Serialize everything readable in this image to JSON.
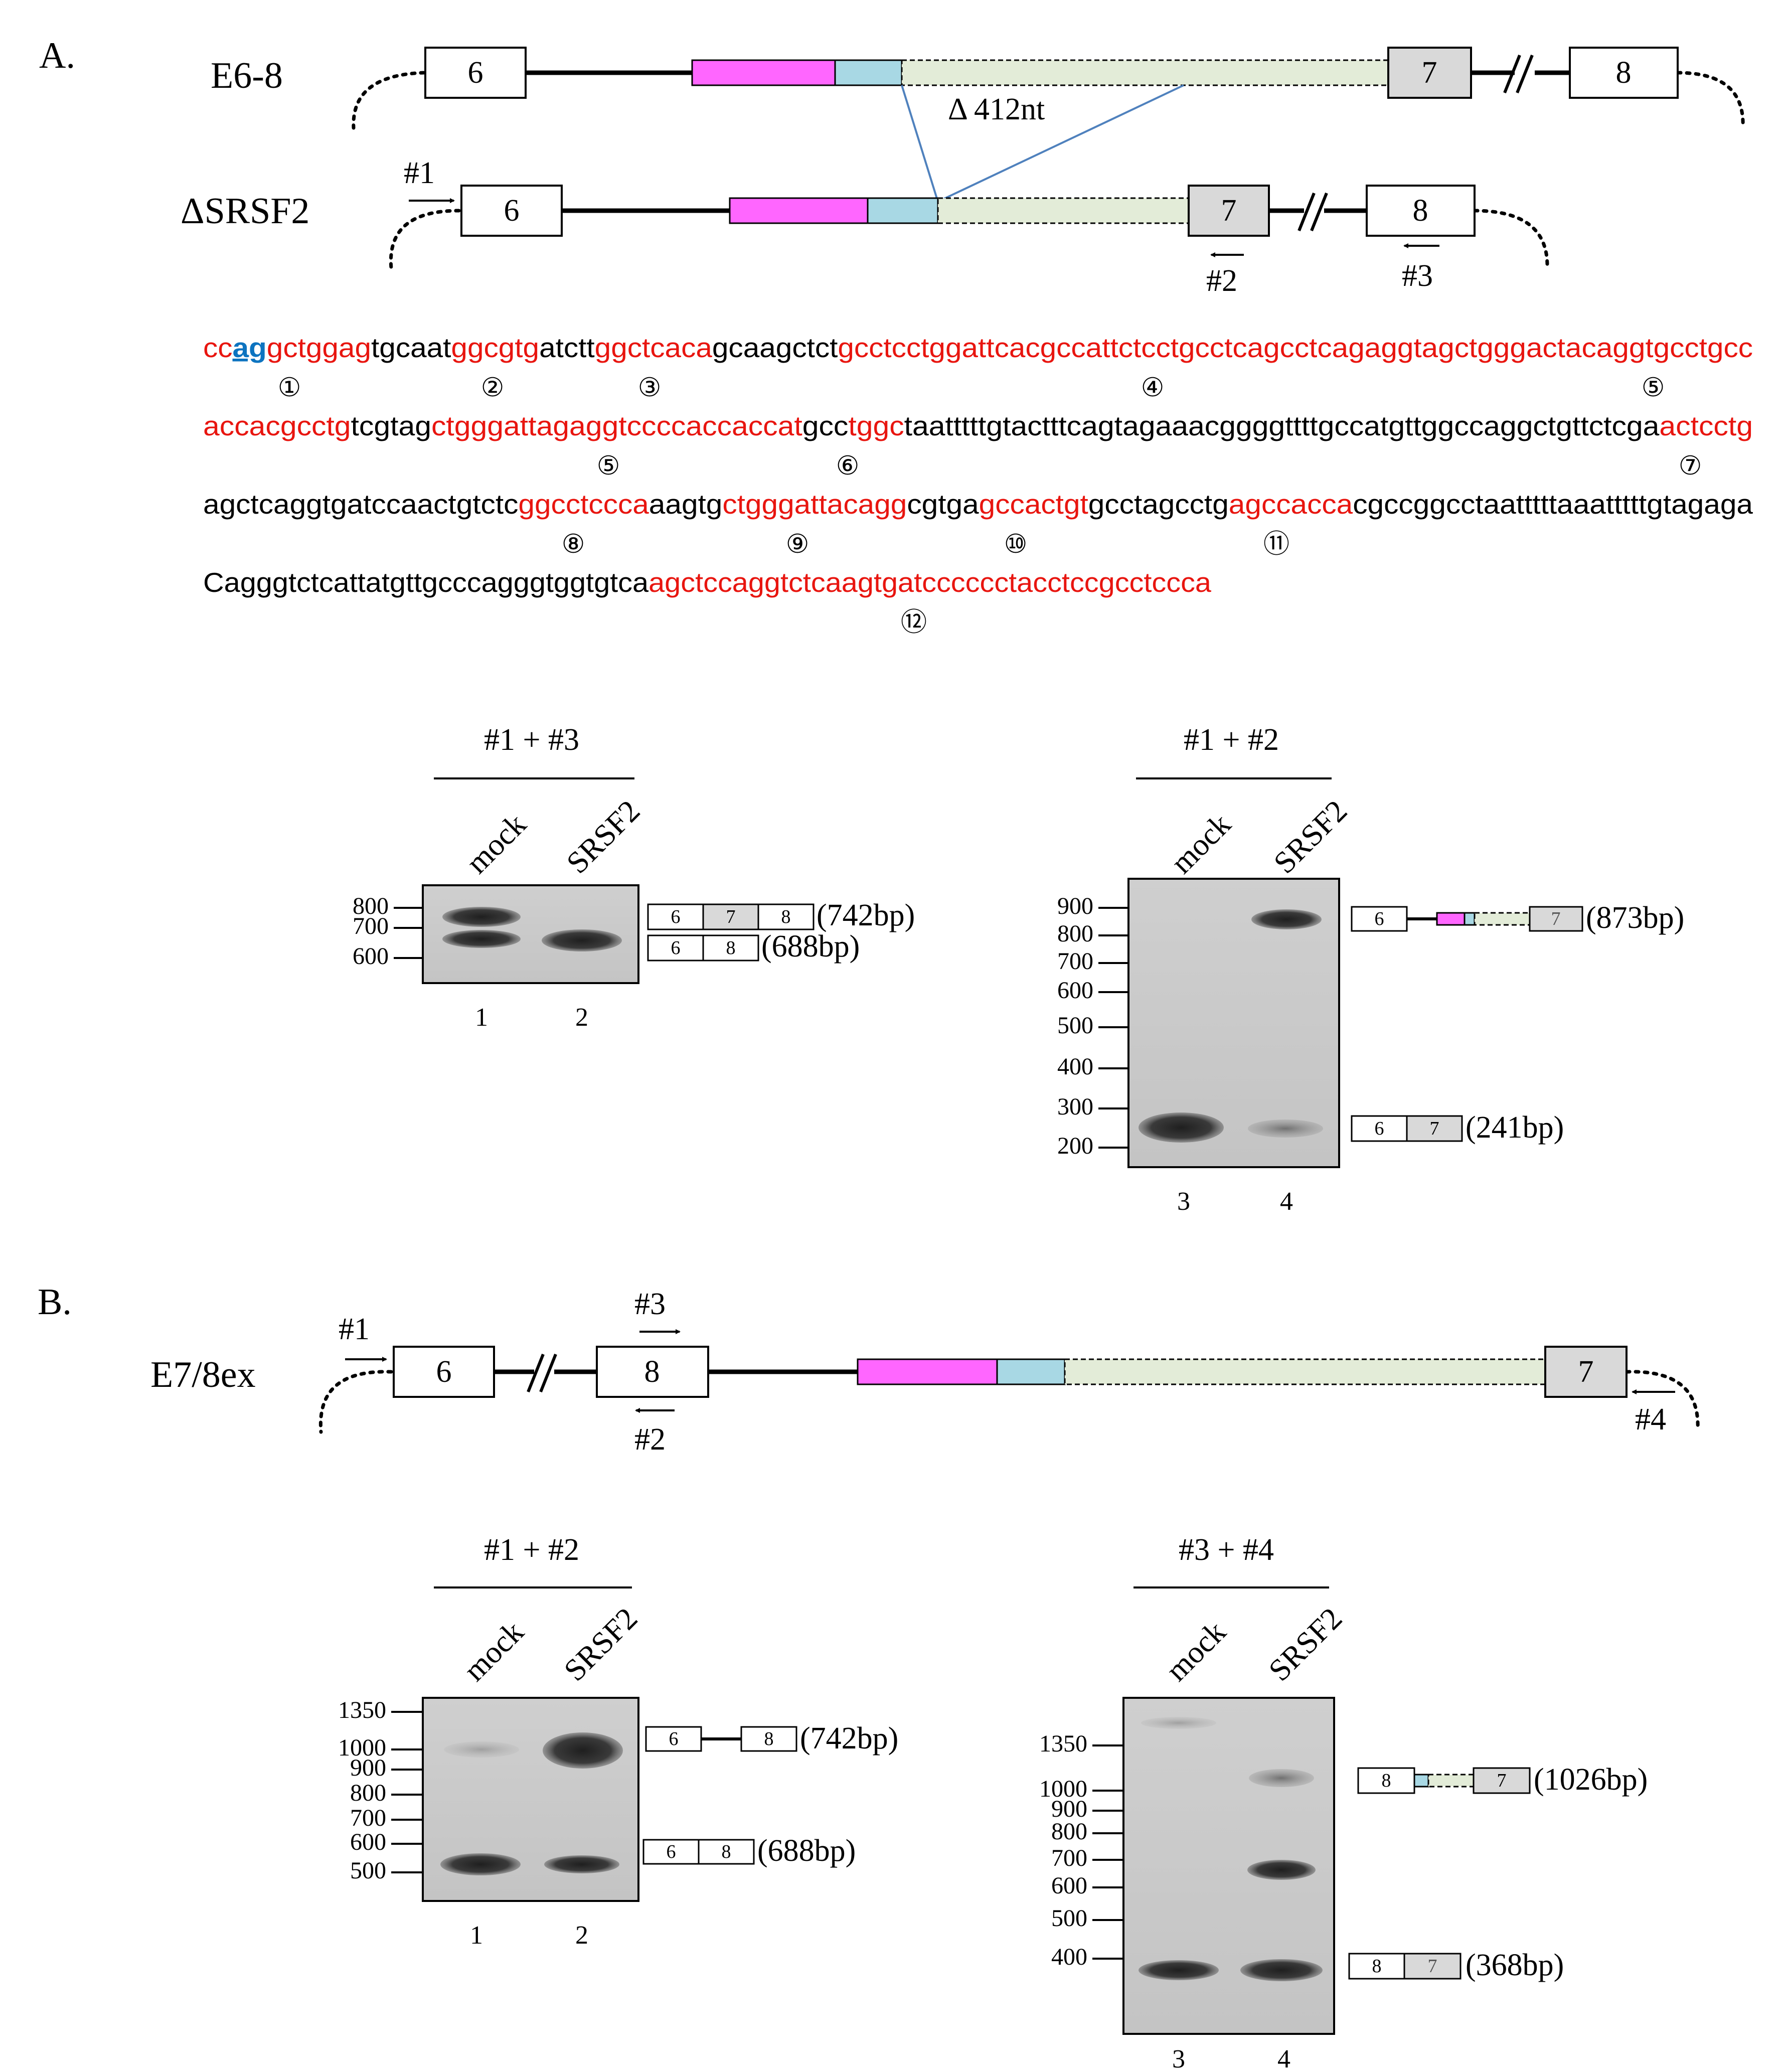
{
  "panel_a": {
    "label": "A.",
    "construct_top": {
      "name": "E6-8",
      "exons": [
        "6",
        "7",
        "8"
      ],
      "deletion": "Δ 412nt"
    },
    "construct_bottom": {
      "name": "ΔSRSF2",
      "exons": [
        "6",
        "7",
        "8"
      ],
      "primers": [
        "#1",
        "#2",
        "#3"
      ]
    },
    "sequence_lines": [
      "ccaggctggagtgcaatggcgtgatcttggctcacagcaagctctgcctcctggattcacgccattctcctgcctcagcctcagaggtagctgggactacaggtgcctgcc",
      "accacgcctgtcgtagctgggattagaggtccccaccaccatgcctggctaatttttgtactttcagtagaaacggggttttgccatgttggccaggctgttctcgaactcctg",
      "agctcaggtgatccaactgtctcggcctcccaaagtgctgggattacaggcgtgagccactgtgcctagcctgagccaccacgccggcctaatttttaaatttttgtagaga",
      "Cagggtctcattatgttgcccagggtggtgtcaagctccaggtctcaagtgatcccccctacctccgcctccca"
    ],
    "motif_numbers": [
      "①",
      "②",
      "③",
      "④",
      "⑤",
      "⑤",
      "⑥",
      "⑦",
      "⑧",
      "⑨",
      "⑩",
      "⑪",
      "⑫"
    ],
    "gel_left": {
      "title": "#1 + #3",
      "lanes": [
        "mock",
        "SRSF2"
      ],
      "lane_numbers": [
        "1",
        "2"
      ],
      "markers": [
        "800",
        "700",
        "600"
      ],
      "products": [
        {
          "exons": [
            "6",
            "7",
            "8"
          ],
          "size": "(742bp)"
        },
        {
          "exons": [
            "6",
            "8"
          ],
          "size": "(688bp)"
        }
      ]
    },
    "gel_right": {
      "title": "#1 + #2",
      "lanes": [
        "mock",
        "SRSF2"
      ],
      "lane_numbers": [
        "3",
        "4"
      ],
      "markers": [
        "900",
        "800",
        "700",
        "600",
        "500",
        "400",
        "300",
        "200"
      ],
      "products": [
        {
          "exons": [
            "6",
            "7"
          ],
          "size": "(873bp)"
        },
        {
          "exons": [
            "6",
            "7"
          ],
          "size": "(241bp)"
        }
      ]
    }
  },
  "panel_b": {
    "label": "B.",
    "construct": {
      "name": "E7/8ex",
      "exons": [
        "6",
        "8",
        "7"
      ],
      "primers": [
        "#1",
        "#2",
        "#3",
        "#4"
      ]
    },
    "gel_left": {
      "title": "#1 + #2",
      "lanes": [
        "mock",
        "SRSF2"
      ],
      "lane_numbers": [
        "1",
        "2"
      ],
      "markers": [
        "1350",
        "1000",
        "900",
        "800",
        "700",
        "600",
        "500"
      ],
      "products": [
        {
          "exons": [
            "6",
            "8"
          ],
          "size": "(742bp)"
        },
        {
          "exons": [
            "6",
            "8"
          ],
          "size": "(688bp)"
        }
      ]
    },
    "gel_right": {
      "title": "#3 + #4",
      "lanes": [
        "mock",
        "SRSF2"
      ],
      "lane_numbers": [
        "3",
        "4"
      ],
      "markers": [
        "1350",
        "1000",
        "900",
        "800",
        "700",
        "600",
        "500",
        "400"
      ],
      "products": [
        {
          "exons": [
            "8",
            "7"
          ],
          "size": "(1026bp)"
        },
        {
          "exons": [
            "8",
            "7"
          ],
          "size": "(368bp)"
        }
      ]
    }
  },
  "colors": {
    "highlight_red": "#e8150f",
    "splice_site_blue": "#0d74c0",
    "pink_region": "#ff66ff",
    "cyan_region": "#a8d8e4",
    "pale_region": "#e3ecd8",
    "grey_exon": "#d9d9d9"
  }
}
